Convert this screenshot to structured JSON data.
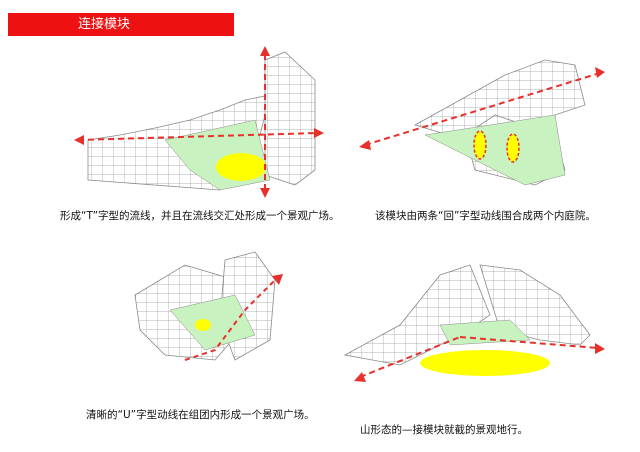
{
  "header": {
    "title": "连接模块"
  },
  "captions": {
    "top_left": "形成“T”字型的流线，并且在流线交汇处形成一个景观广场。",
    "top_right": "该模块由两条“回”字型动线围合成两个内庭院。",
    "bottom_left": "清晰的“U”字型动线在组团内形成一个景观广场。",
    "bottom_right_line1": "",
    "bottom_right_line2": "山形态的—接模块就截的景观地行。"
  },
  "colors": {
    "accent": "#ee1111",
    "path": "#e8302a",
    "green": "#c8f2c0",
    "yellow": "#ffff00",
    "building": "#ffffff",
    "stroke": "#8a8a8a"
  }
}
